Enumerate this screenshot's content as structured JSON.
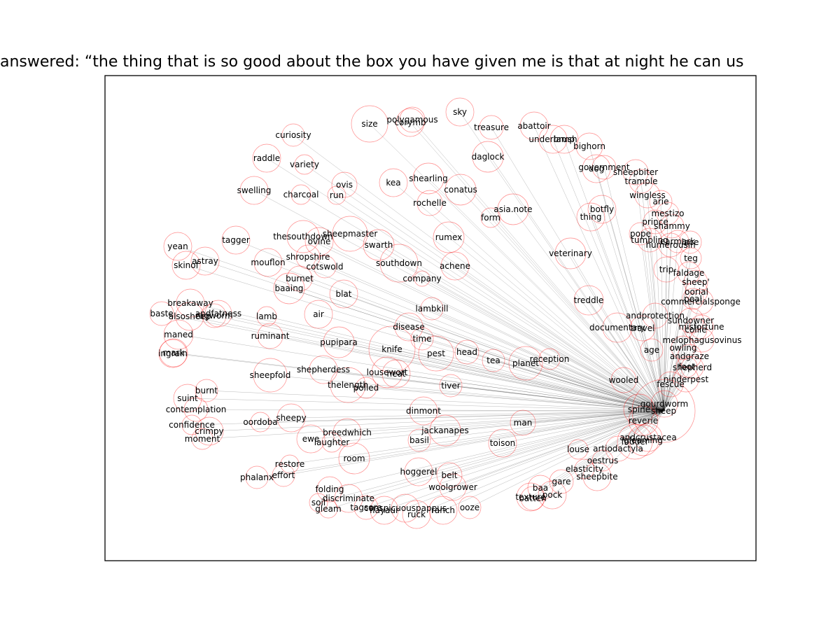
{
  "figure": {
    "title": "answered: “the thing that is so good about the box you have given me is that at night he can us"
  },
  "hub": "sheep",
  "nodes": [
    {
      "label": "sky"
    },
    {
      "label": "polygamous"
    },
    {
      "label": "corymb"
    },
    {
      "label": "size"
    },
    {
      "label": "curiosity"
    },
    {
      "label": "treasure"
    },
    {
      "label": "abattoir"
    },
    {
      "label": "underbrush"
    },
    {
      "label": "lamp"
    },
    {
      "label": "bighorn"
    },
    {
      "label": "daglock"
    },
    {
      "label": "raddle"
    },
    {
      "label": "variety"
    },
    {
      "label": "government"
    },
    {
      "label": "dog"
    },
    {
      "label": "sheepbiter"
    },
    {
      "label": "trample"
    },
    {
      "label": "shearling"
    },
    {
      "label": "kea"
    },
    {
      "label": "ovis"
    },
    {
      "label": "swelling"
    },
    {
      "label": "charcoal"
    },
    {
      "label": "run"
    },
    {
      "label": "conatus"
    },
    {
      "label": "wingless"
    },
    {
      "label": "arie"
    },
    {
      "label": "rochelle"
    },
    {
      "label": "asia.note"
    },
    {
      "label": "botfly"
    },
    {
      "label": "mestizo"
    },
    {
      "label": "form"
    },
    {
      "label": "thing"
    },
    {
      "label": "prince"
    },
    {
      "label": "shammy"
    },
    {
      "label": "sheepmaster"
    },
    {
      "label": "pope"
    },
    {
      "label": "thesouthdown"
    },
    {
      "label": "tagger"
    },
    {
      "label": "ovine"
    },
    {
      "label": "rumex"
    },
    {
      "label": "tumbling"
    },
    {
      "label": "earmark"
    },
    {
      "label": "lace"
    },
    {
      "label": "humerousin"
    },
    {
      "label": "yean"
    },
    {
      "label": "swarth"
    },
    {
      "label": "veterinary"
    },
    {
      "label": "shropshire"
    },
    {
      "label": "teg"
    },
    {
      "label": "skinof"
    },
    {
      "label": "astray"
    },
    {
      "label": "mouflon"
    },
    {
      "label": "southdown"
    },
    {
      "label": "cotswold"
    },
    {
      "label": "achene"
    },
    {
      "label": "trip"
    },
    {
      "label": "faldage"
    },
    {
      "label": "burnet"
    },
    {
      "label": "company"
    },
    {
      "label": "sheep'"
    },
    {
      "label": "baaing"
    },
    {
      "label": "oorial"
    },
    {
      "label": "blat"
    },
    {
      "label": "treddle"
    },
    {
      "label": "peal"
    },
    {
      "label": "commercialsponge"
    },
    {
      "label": "breakaway"
    },
    {
      "label": "lambkill"
    },
    {
      "label": "andfatness"
    },
    {
      "label": "baste"
    },
    {
      "label": "alsosheep"
    },
    {
      "label": "ragworm"
    },
    {
      "label": "lamb"
    },
    {
      "label": "air"
    },
    {
      "label": "andprotection"
    },
    {
      "label": "sundowner"
    },
    {
      "label": "disease"
    },
    {
      "label": "documentary"
    },
    {
      "label": "travel"
    },
    {
      "label": "misfortune"
    },
    {
      "label": "maned"
    },
    {
      "label": "ruminant"
    },
    {
      "label": "time"
    },
    {
      "label": "collie"
    },
    {
      "label": "melophagusovinus"
    },
    {
      "label": "pupipara"
    },
    {
      "label": "mark"
    },
    {
      "label": "ingrain"
    },
    {
      "label": "knife"
    },
    {
      "label": "owling"
    },
    {
      "label": "head"
    },
    {
      "label": "pest"
    },
    {
      "label": "age"
    },
    {
      "label": "andgraze"
    },
    {
      "label": "reception"
    },
    {
      "label": "tea"
    },
    {
      "label": "planet"
    },
    {
      "label": "foot"
    },
    {
      "label": "shepherd"
    },
    {
      "label": "lousewort"
    },
    {
      "label": "shepherdess"
    },
    {
      "label": "heat"
    },
    {
      "label": "sheepfold"
    },
    {
      "label": "wooled"
    },
    {
      "label": "ninderpest"
    },
    {
      "label": "thelength"
    },
    {
      "label": "polled"
    },
    {
      "label": "fescue"
    },
    {
      "label": "tiver"
    },
    {
      "label": "burnt"
    },
    {
      "label": "suint"
    },
    {
      "label": "gourdworm"
    },
    {
      "label": "contemplation"
    },
    {
      "label": "dinmont"
    },
    {
      "label": "spine"
    },
    {
      "label": "sheep"
    },
    {
      "label": "sheepy"
    },
    {
      "label": "oordoba"
    },
    {
      "label": "confidence"
    },
    {
      "label": "reverie"
    },
    {
      "label": "man"
    },
    {
      "label": "crimpy"
    },
    {
      "label": "jackanapes"
    },
    {
      "label": "breedwhich"
    },
    {
      "label": "moment"
    },
    {
      "label": "ewe"
    },
    {
      "label": "andcrustacea"
    },
    {
      "label": "laughter"
    },
    {
      "label": "basil"
    },
    {
      "label": "fodder"
    },
    {
      "label": "gleaming"
    },
    {
      "label": "toison"
    },
    {
      "label": "louse"
    },
    {
      "label": "artiodactyla"
    },
    {
      "label": "room"
    },
    {
      "label": "restore"
    },
    {
      "label": "oestrus"
    },
    {
      "label": "elasticity"
    },
    {
      "label": "hoggerel"
    },
    {
      "label": "belt"
    },
    {
      "label": "effort"
    },
    {
      "label": "phalanx"
    },
    {
      "label": "sheepbite"
    },
    {
      "label": "gare"
    },
    {
      "label": "woolgrower"
    },
    {
      "label": "baa"
    },
    {
      "label": "folding"
    },
    {
      "label": "pock"
    },
    {
      "label": "texture"
    },
    {
      "label": "discriminate"
    },
    {
      "label": "batten"
    },
    {
      "label": "soil"
    },
    {
      "label": "tagsore"
    },
    {
      "label": "conspicuouspappus"
    },
    {
      "label": "flayaur"
    },
    {
      "label": "gleam"
    },
    {
      "label": "ooze"
    },
    {
      "label": "ranch"
    },
    {
      "label": "ruck"
    }
  ]
}
